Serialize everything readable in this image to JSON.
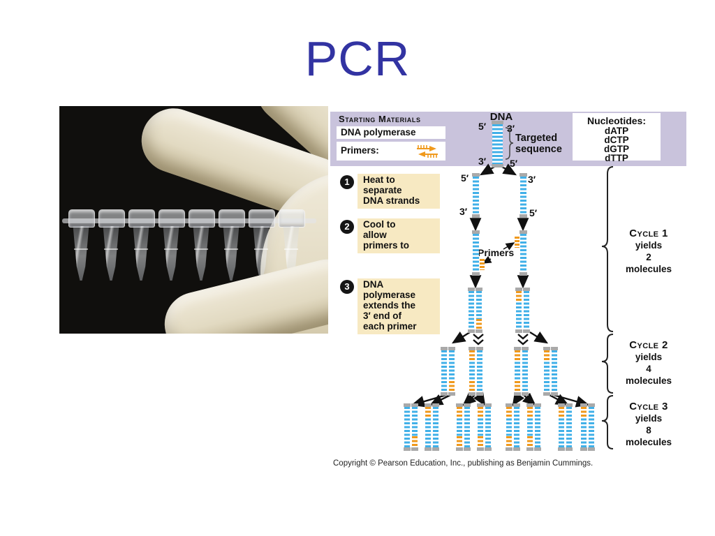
{
  "slide": {
    "title": "PCR",
    "copyright": "Copyright © Pearson Education, Inc., publishing as Benjamin Cummings."
  },
  "photo": {
    "description": "Gloved hand holding an 8-tube PCR strip",
    "tube_count": 8
  },
  "diagram": {
    "starting_materials": {
      "heading": "Starting Materials",
      "item1": "DNA polymerase",
      "item2_label": "Primers:"
    },
    "dna": {
      "label": "DNA",
      "top_left": "5′",
      "top_right": "3′",
      "bottom_left": "3′",
      "bottom_right": "5′",
      "target": "Targeted\nsequence"
    },
    "nucleotides": {
      "heading": "Nucleotides:",
      "items": [
        "dATP",
        "dCTP",
        "dGTP",
        "dTTP"
      ]
    },
    "steps": [
      {
        "num": "1",
        "text": "Heat to\nseparate\nDNA strands"
      },
      {
        "num": "2",
        "text": "Cool to\nallow\nprimers to"
      },
      {
        "num": "3",
        "text": "DNA\npolymerase\nextends the\n3′ end of\neach primer"
      }
    ],
    "separated": {
      "top_left": "5′",
      "top_right": "3′",
      "bottom_left": "3′",
      "bottom_right": "5′"
    },
    "primers_callout": "Primers",
    "cycles": [
      {
        "name": "Cycle 1",
        "line2": "yields",
        "count": "2",
        "line4": "molecules"
      },
      {
        "name": "Cycle 2",
        "line2": "yields",
        "count": "4",
        "line4": "molecules"
      },
      {
        "name": "Cycle 3",
        "line2": "yields",
        "count": "8",
        "line4": "molecules"
      }
    ]
  },
  "colors": {
    "title_blue": "#3233a2",
    "banner_lavender": "#c9c3dc",
    "step_cream": "#f7e9c2",
    "dna_blue": "#41b0e8",
    "primer_orange": "#f0991c",
    "cap_gray": "#a9a9a9"
  }
}
